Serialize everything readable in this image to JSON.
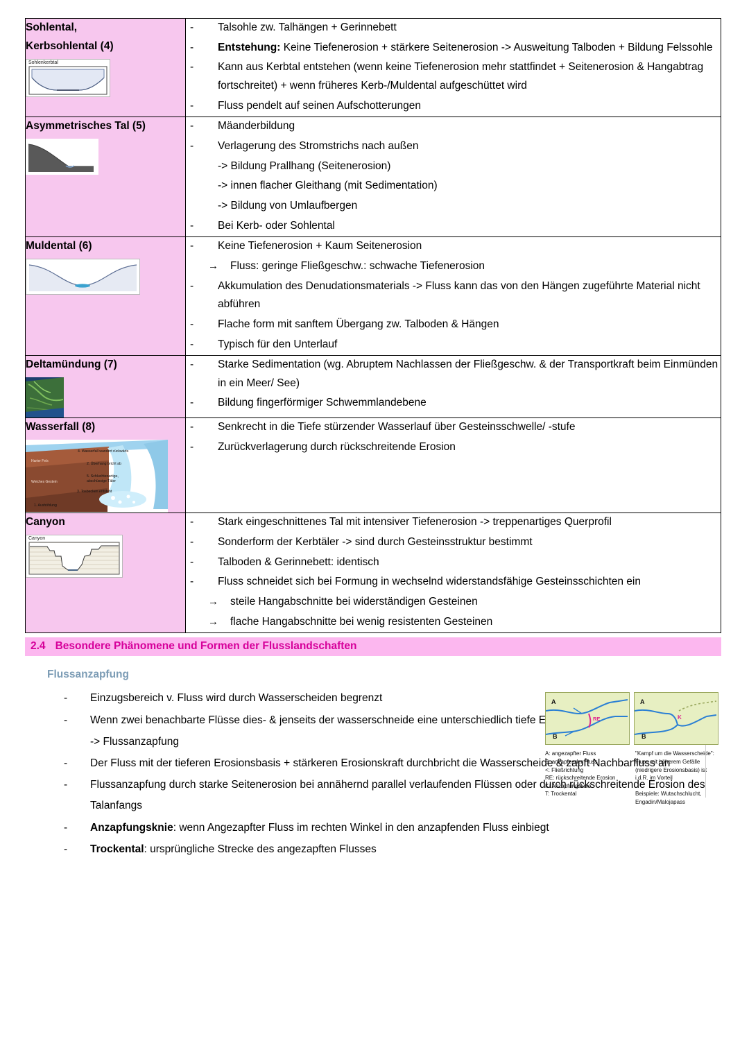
{
  "table": {
    "rows": [
      {
        "term": "Sohlental,",
        "term2": "Kerbsohlental (4)",
        "image_label": "Sohlenkerbtal",
        "image_name": "sohlental-cross-section-diagram",
        "points": [
          {
            "marker": "-",
            "text": "Talsohle zw. Talhängen + Gerinnebett"
          },
          {
            "marker": "-",
            "bold_lead": "Entstehung:",
            "text": " Keine Tiefenerosion + stärkere Seitenerosion -> Ausweitung Talboden + Bildung Felssohle"
          },
          {
            "marker": "-",
            "text": "Kann aus Kerbtal entstehen (wenn keine Tiefenerosion mehr stattfindet + Seitenerosion & Hangabtrag fortschreitet) + wenn früheres Kerb-/Muldental aufgeschüttet wird"
          },
          {
            "marker": "-",
            "text": "Fluss pendelt auf seinen Aufschotterungen"
          }
        ]
      },
      {
        "term": "Asymmetrisches Tal (5)",
        "term2": "",
        "image_label": "",
        "image_name": "asymmetrisches-tal-cross-section-diagram",
        "points": [
          {
            "marker": "-",
            "text": "Mäanderbildung"
          },
          {
            "marker": "-",
            "text": "Verlagerung des Stromstrichs nach außen"
          },
          {
            "marker": "",
            "text": "-> Bildung Prallhang (Seitenerosion)"
          },
          {
            "marker": "",
            "text": "-> innen flacher Gleithang (mit Sedimentation)"
          },
          {
            "marker": "",
            "text": "-> Bildung von Umlaufbergen"
          },
          {
            "marker": "-",
            "text": "Bei Kerb- oder Sohlental"
          }
        ]
      },
      {
        "term": "Muldental (6)",
        "term2": "",
        "image_label": "",
        "image_name": "muldental-cross-section-diagram",
        "points": [
          {
            "marker": "-",
            "text": "Keine Tiefenerosion + Kaum Seitenerosion"
          },
          {
            "marker": "→",
            "text": "Fluss: geringe Fließgeschw.: schwache Tiefenerosion"
          },
          {
            "marker": "-",
            "text": "Akkumulation des Denudationsmaterials -> Fluss kann das von den Hängen zugeführte Material nicht abführen"
          },
          {
            "marker": "-",
            "text": "Flache form mit sanftem Übergang zw. Talboden & Hängen"
          },
          {
            "marker": "-",
            "text": "Typisch für den Unterlauf"
          }
        ]
      },
      {
        "term": "Deltamündung (7)",
        "term2": "",
        "image_label": "",
        "image_name": "deltamuendung-satellite-photo",
        "points": [
          {
            "marker": "-",
            "text": "Starke Sedimentation (wg. Abruptem Nachlassen der Fließgeschw. & der Transportkraft beim Einmünden in ein Meer/ See)"
          },
          {
            "marker": "-",
            "text": "Bildung fingerförmiger Schwemmlandebene"
          }
        ]
      },
      {
        "term": "Wasserfall (8)",
        "term2": "",
        "image_label": "",
        "image_name": "wasserfall-diagram",
        "points": [
          {
            "marker": "-",
            "text": "Senkrecht in die Tiefe stürzender Wasserlauf über Gesteinsschwelle/ -stufe"
          },
          {
            "marker": "-",
            "text": "Zurückverlagerung durch rückschreitende Erosion"
          }
        ]
      },
      {
        "term": "Canyon",
        "term2": "",
        "image_label": "Canyon",
        "image_name": "canyon-cross-section-diagram",
        "points": [
          {
            "marker": "-",
            "text": "Stark eingeschnittenes Tal mit intensiver Tiefenerosion -> treppenartiges Querprofil"
          },
          {
            "marker": "-",
            "text": "Sonderform der Kerbtäler -> sind durch Gesteinsstruktur bestimmt"
          },
          {
            "marker": "-",
            "text": "Talboden & Gerinnebett: identisch"
          },
          {
            "marker": "-",
            "text": "Fluss schneidet sich bei Formung in wechselnd widerstandsfähige Gesteinsschichten ein"
          },
          {
            "marker": "→",
            "text": "steile Hangabschnitte bei widerständigen Gesteinen"
          },
          {
            "marker": "→",
            "text": "flache Hangabschnitte bei wenig resistenten Gesteinen"
          }
        ]
      }
    ]
  },
  "wasserfall_labels": {
    "l1": "4. Wasserfall wandert rückwärts",
    "l2": "2. Überhang bricht ab",
    "l3": "5. Schluchtenartige, abschüssige Täler",
    "l4": "3. Tosbecken entsteht",
    "l5": "1. Aushöhlung",
    "rock_hard": "Harter Fels",
    "rock_soft": "Weiches Gestein"
  },
  "section": {
    "number": "2.4",
    "title": "Besondere Phänomene und Formen der Flusslandschaften",
    "subheading": "Flussanzapfung",
    "bullets": [
      {
        "marker": "-",
        "text": "Einzugsbereich v. Fluss wird durch Wasserscheiden begrenzt"
      },
      {
        "marker": "-",
        "text": "Wenn zwei benachbarte Flüsse dies- & jenseits der wasserschneide eine unterschiedlich tiefe Erosionsbasis"
      },
      {
        "marker": "",
        "text": "-> Flussanzapfung"
      },
      {
        "marker": "-",
        "text": "Der Fluss mit der tieferen Erosionsbasis + stärkeren Erosionskraft durchbricht die Wasserscheide & zapft Nachbarfluss an"
      },
      {
        "marker": "-",
        "text": "Flussanzapfung durch starke Seitenerosion bei annähernd parallel verlaufenden Flüssen oder durch rückschreitende Erosion des Talanfangs"
      },
      {
        "marker": "-",
        "bold_lead": "Anzapfungsknie",
        "text": ": wenn Angezapfter Fluss im rechten Winkel in den anzapfenden Fluss einbiegt"
      },
      {
        "marker": "-",
        "bold_lead": "Trockental",
        "text": ": ursprüngliche Strecke des angezapften Flusses"
      }
    ]
  },
  "figure": {
    "map_left_labels": {
      "a": "A",
      "b": "B",
      "re": "RE"
    },
    "map_right_labels": {
      "a": "A",
      "b": "B",
      "k": "K"
    },
    "caption_left": "A: angezapfter Fluss\nB: anzapfender Fluss\n<: Fließrichtung\nRE: rückschreitende Erosion\nK: Anzapfungsknie\nT: Trockental",
    "caption_right": "\"Kampf um die Wasserscheide\": Fluss mit höherem Gefälle (niedrigere Erosionsbasis) ist i.d.R. im Vorteil\nBeispiele: Wutachschlucht, Engadin/Malojapass"
  },
  "colors": {
    "left_cell_bg": "#f7c7ee",
    "section_bar_bg": "#fcb7ef",
    "section_bar_text": "#d6009a",
    "subheading_text": "#7c9cb5"
  }
}
